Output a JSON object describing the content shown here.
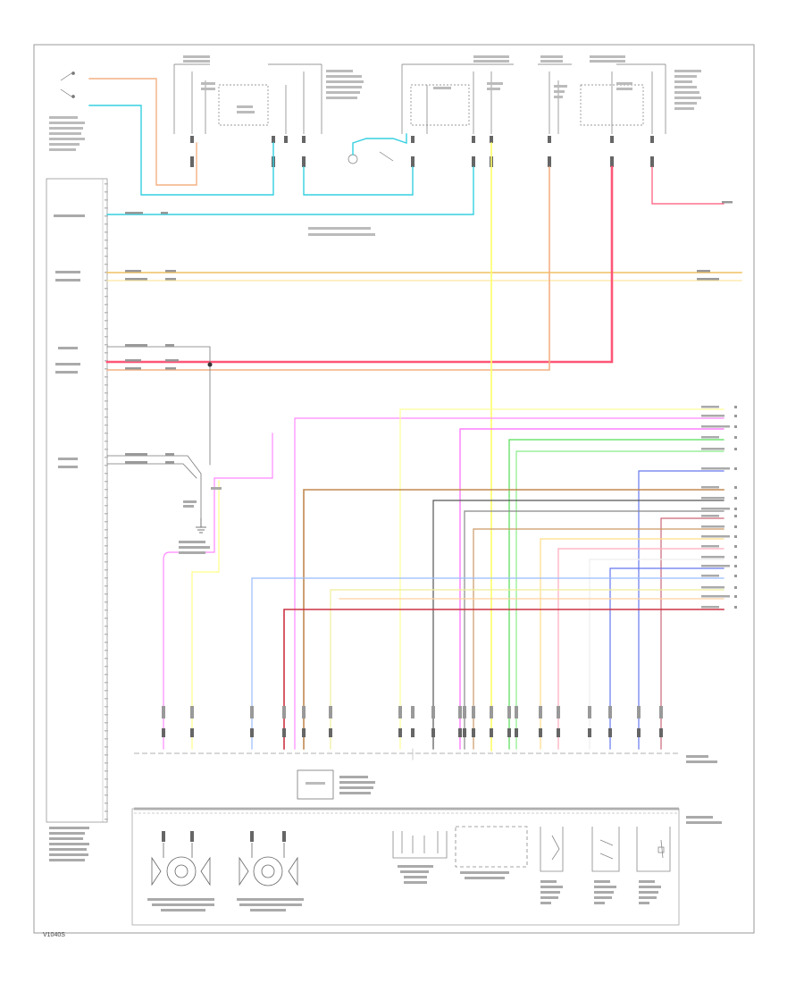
{
  "diagram_code": "V1040S",
  "wire_colors": {
    "orange": "#f4b183",
    "cyan": "#35d0e0",
    "tan": "#f0c060",
    "red": "#ff5577",
    "pink": "#ff66ff",
    "yellow": "#ffff66",
    "green": "#55dd55",
    "blue": "#6677ee",
    "brown": "#c08850",
    "dark_gray": "#555555",
    "gray": "#aaaaaa",
    "light_pink": "#ffaabb",
    "light_yellow": "#ffff99",
    "light_blue": "#99bbff",
    "dark_red": "#cc3344",
    "peach": "#ffd0a0"
  },
  "components": [
    {
      "id": "tcm",
      "kind": "control-module-connector"
    },
    {
      "id": "top-relay-block",
      "kind": "relay-bank"
    },
    {
      "id": "ground-point",
      "kind": "ground"
    },
    {
      "id": "chassis-connector",
      "kind": "inline-connector"
    },
    {
      "id": "vehicle-speed-sensor",
      "kind": "sensor"
    },
    {
      "id": "turbine-speed-sensor",
      "kind": "sensor"
    },
    {
      "id": "temperature-sensor",
      "kind": "sensor"
    },
    {
      "id": "shift-solenoid-assembly",
      "kind": "solenoid"
    },
    {
      "id": "tcc-solenoid",
      "kind": "solenoid"
    },
    {
      "id": "pressure-control-solenoid",
      "kind": "solenoid"
    },
    {
      "id": "fluid-pressure-switch",
      "kind": "switch"
    }
  ]
}
